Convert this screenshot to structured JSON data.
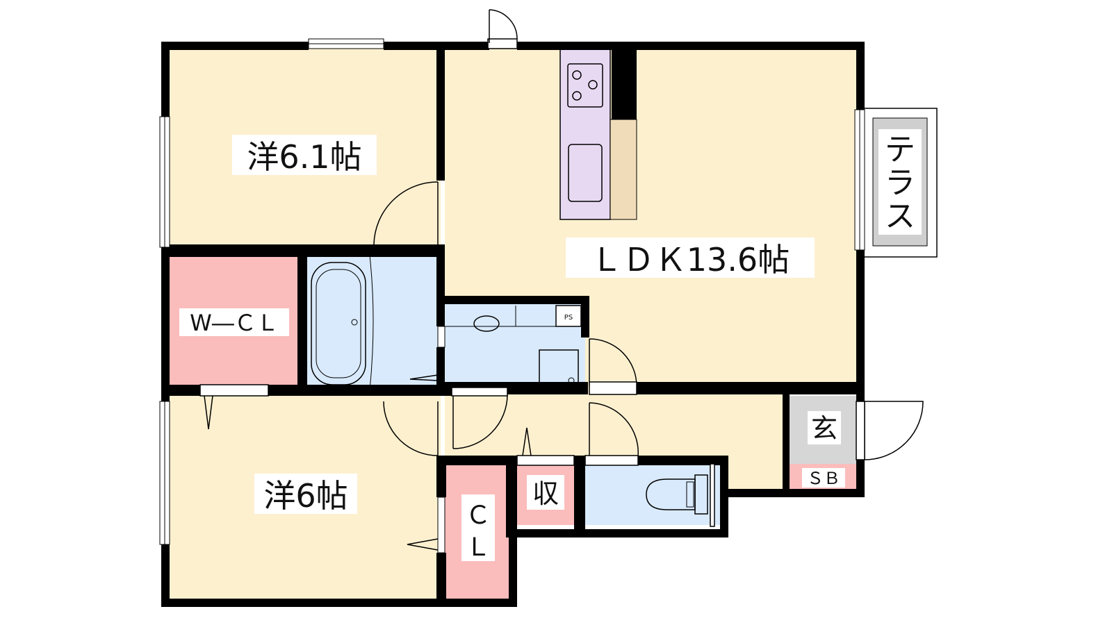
{
  "rooms": {
    "western_a": "洋6.1帖",
    "ldk": "ＬＤＫ13.6帖",
    "wcl": "W―ＣＬ",
    "western_b": "洋6帖",
    "cl_top": "Ｃ",
    "cl_bottom": "Ｌ",
    "storage": "収",
    "entrance": "玄",
    "shoe_box": "ＳＢ",
    "pipe_space": "PS",
    "terrace_1": "テ",
    "terrace_2": "ラ",
    "terrace_3": "ス"
  },
  "colors": {
    "room": "#fdf0cf",
    "wcl": "#fbbcbc",
    "wet": "#d9eafc",
    "kitchen": "#e8d9f3",
    "counter": "#f1dcb9",
    "terrace": "#cfcfcf",
    "entrance": "#d6d6d6",
    "wall": "#000000"
  }
}
